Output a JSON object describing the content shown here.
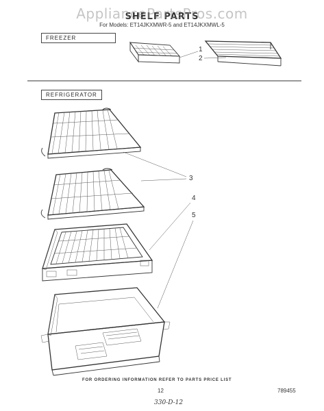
{
  "watermark": "AppliancePartsPros.com",
  "header": {
    "title": "SHELF PARTS",
    "models": "For Models: ET14JKXMWR-5 and ET14JKXMWL-5"
  },
  "sections": {
    "freezer": "FREEZER",
    "refrigerator": "REFRIGERATOR"
  },
  "callouts": {
    "c1": "1",
    "c2": "2",
    "c3": "3",
    "c4": "4",
    "c5": "5"
  },
  "footer": {
    "ordering_note": "FOR ORDERING INFORMATION REFER TO PARTS PRICE LIST",
    "page_number": "12",
    "doc_number": "789455",
    "handwritten": "330-D-12"
  }
}
